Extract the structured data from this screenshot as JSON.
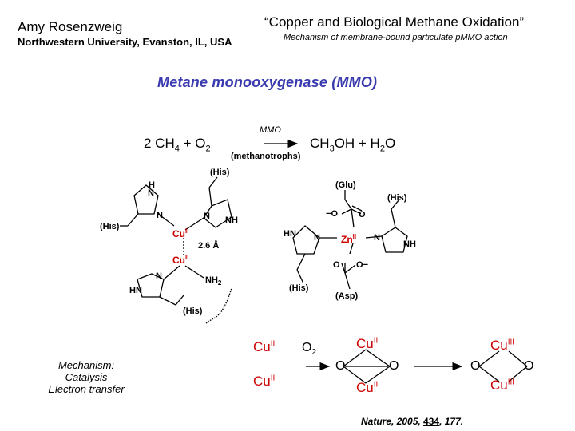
{
  "header": {
    "author": "Amy Rosenzweig",
    "affiliation": "Northwestern University, Evanston, IL, USA",
    "talk_title": "“Copper and Biological Methane Oxidation”",
    "talk_subtitle": "Mechanism of membrane-bound particulate pMMO action"
  },
  "main_title": "Metane monooxygenase (MMO)",
  "equation": {
    "left": "2 CH",
    "left_sub": "4",
    "plus_o": " + O",
    "o_sub": "2",
    "above_arrow": "MMO",
    "below_arrow": "(methanotrophs)",
    "right": "CH",
    "right_sub": "3",
    "right_mid": "OH + H",
    "right_sub2": "2",
    "right_end": "O"
  },
  "copper_site": {
    "his_top": "(His)",
    "his_left": "(His)",
    "his_bottom": "(His)",
    "cu_top": "Cu",
    "cu_top_sup": "II",
    "cu_bottom": "Cu",
    "cu_bottom_sup": "II",
    "distance": "2.6 Å",
    "nh2": "NH",
    "nh2_sub": "2",
    "n": "N",
    "nh": "NH",
    "h": "H"
  },
  "zinc_site": {
    "glu": "(Glu)",
    "his_right": "(His)",
    "his_bottom": "(His)",
    "asp": "(Asp)",
    "zn": "Zn",
    "zn_sup": "II",
    "o": "O",
    "minus": "−"
  },
  "mechanism": {
    "line1": "Mechanism:",
    "line2": "Catalysis",
    "line3": "Electron transfer"
  },
  "reaction": {
    "cu": "Cu",
    "sup2": "II",
    "sup3": "III",
    "o2": "O",
    "o2_sub": "2",
    "o": "O"
  },
  "citation": {
    "prefix": "Nature, 2005, ",
    "volume": "434",
    "suffix": ", 177."
  },
  "colors": {
    "title": "#3b3bb0",
    "copper": "#cc0000",
    "ink": "#000000"
  }
}
